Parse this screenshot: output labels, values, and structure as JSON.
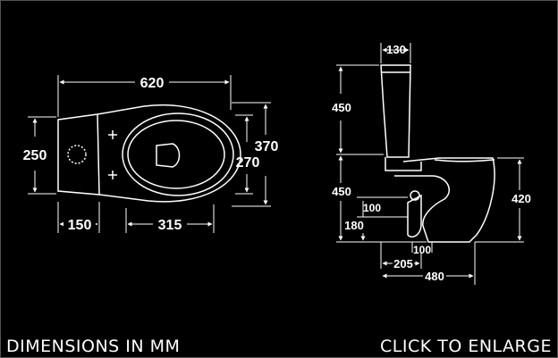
{
  "colors": {
    "background": "#000000",
    "lines": "#ffffff",
    "frame": "#555555"
  },
  "top_view": {
    "overall_length": "620",
    "overall_height": "250",
    "pan_width": "370",
    "seat_width": "270",
    "cistern_depth": "150",
    "pan_length": "315"
  },
  "side_view": {
    "cistern_width": "130",
    "cistern_height": "450",
    "pan_height": "450",
    "outlet_height": "180",
    "outlet_diameter": "100",
    "bowl_height": "420",
    "outlet_width": "100",
    "outlet_setback": "205",
    "overall_depth": "480"
  },
  "captions": {
    "units": "DIMENSIONS IN MM",
    "enlarge": "CLICK TO ENLARGE"
  }
}
